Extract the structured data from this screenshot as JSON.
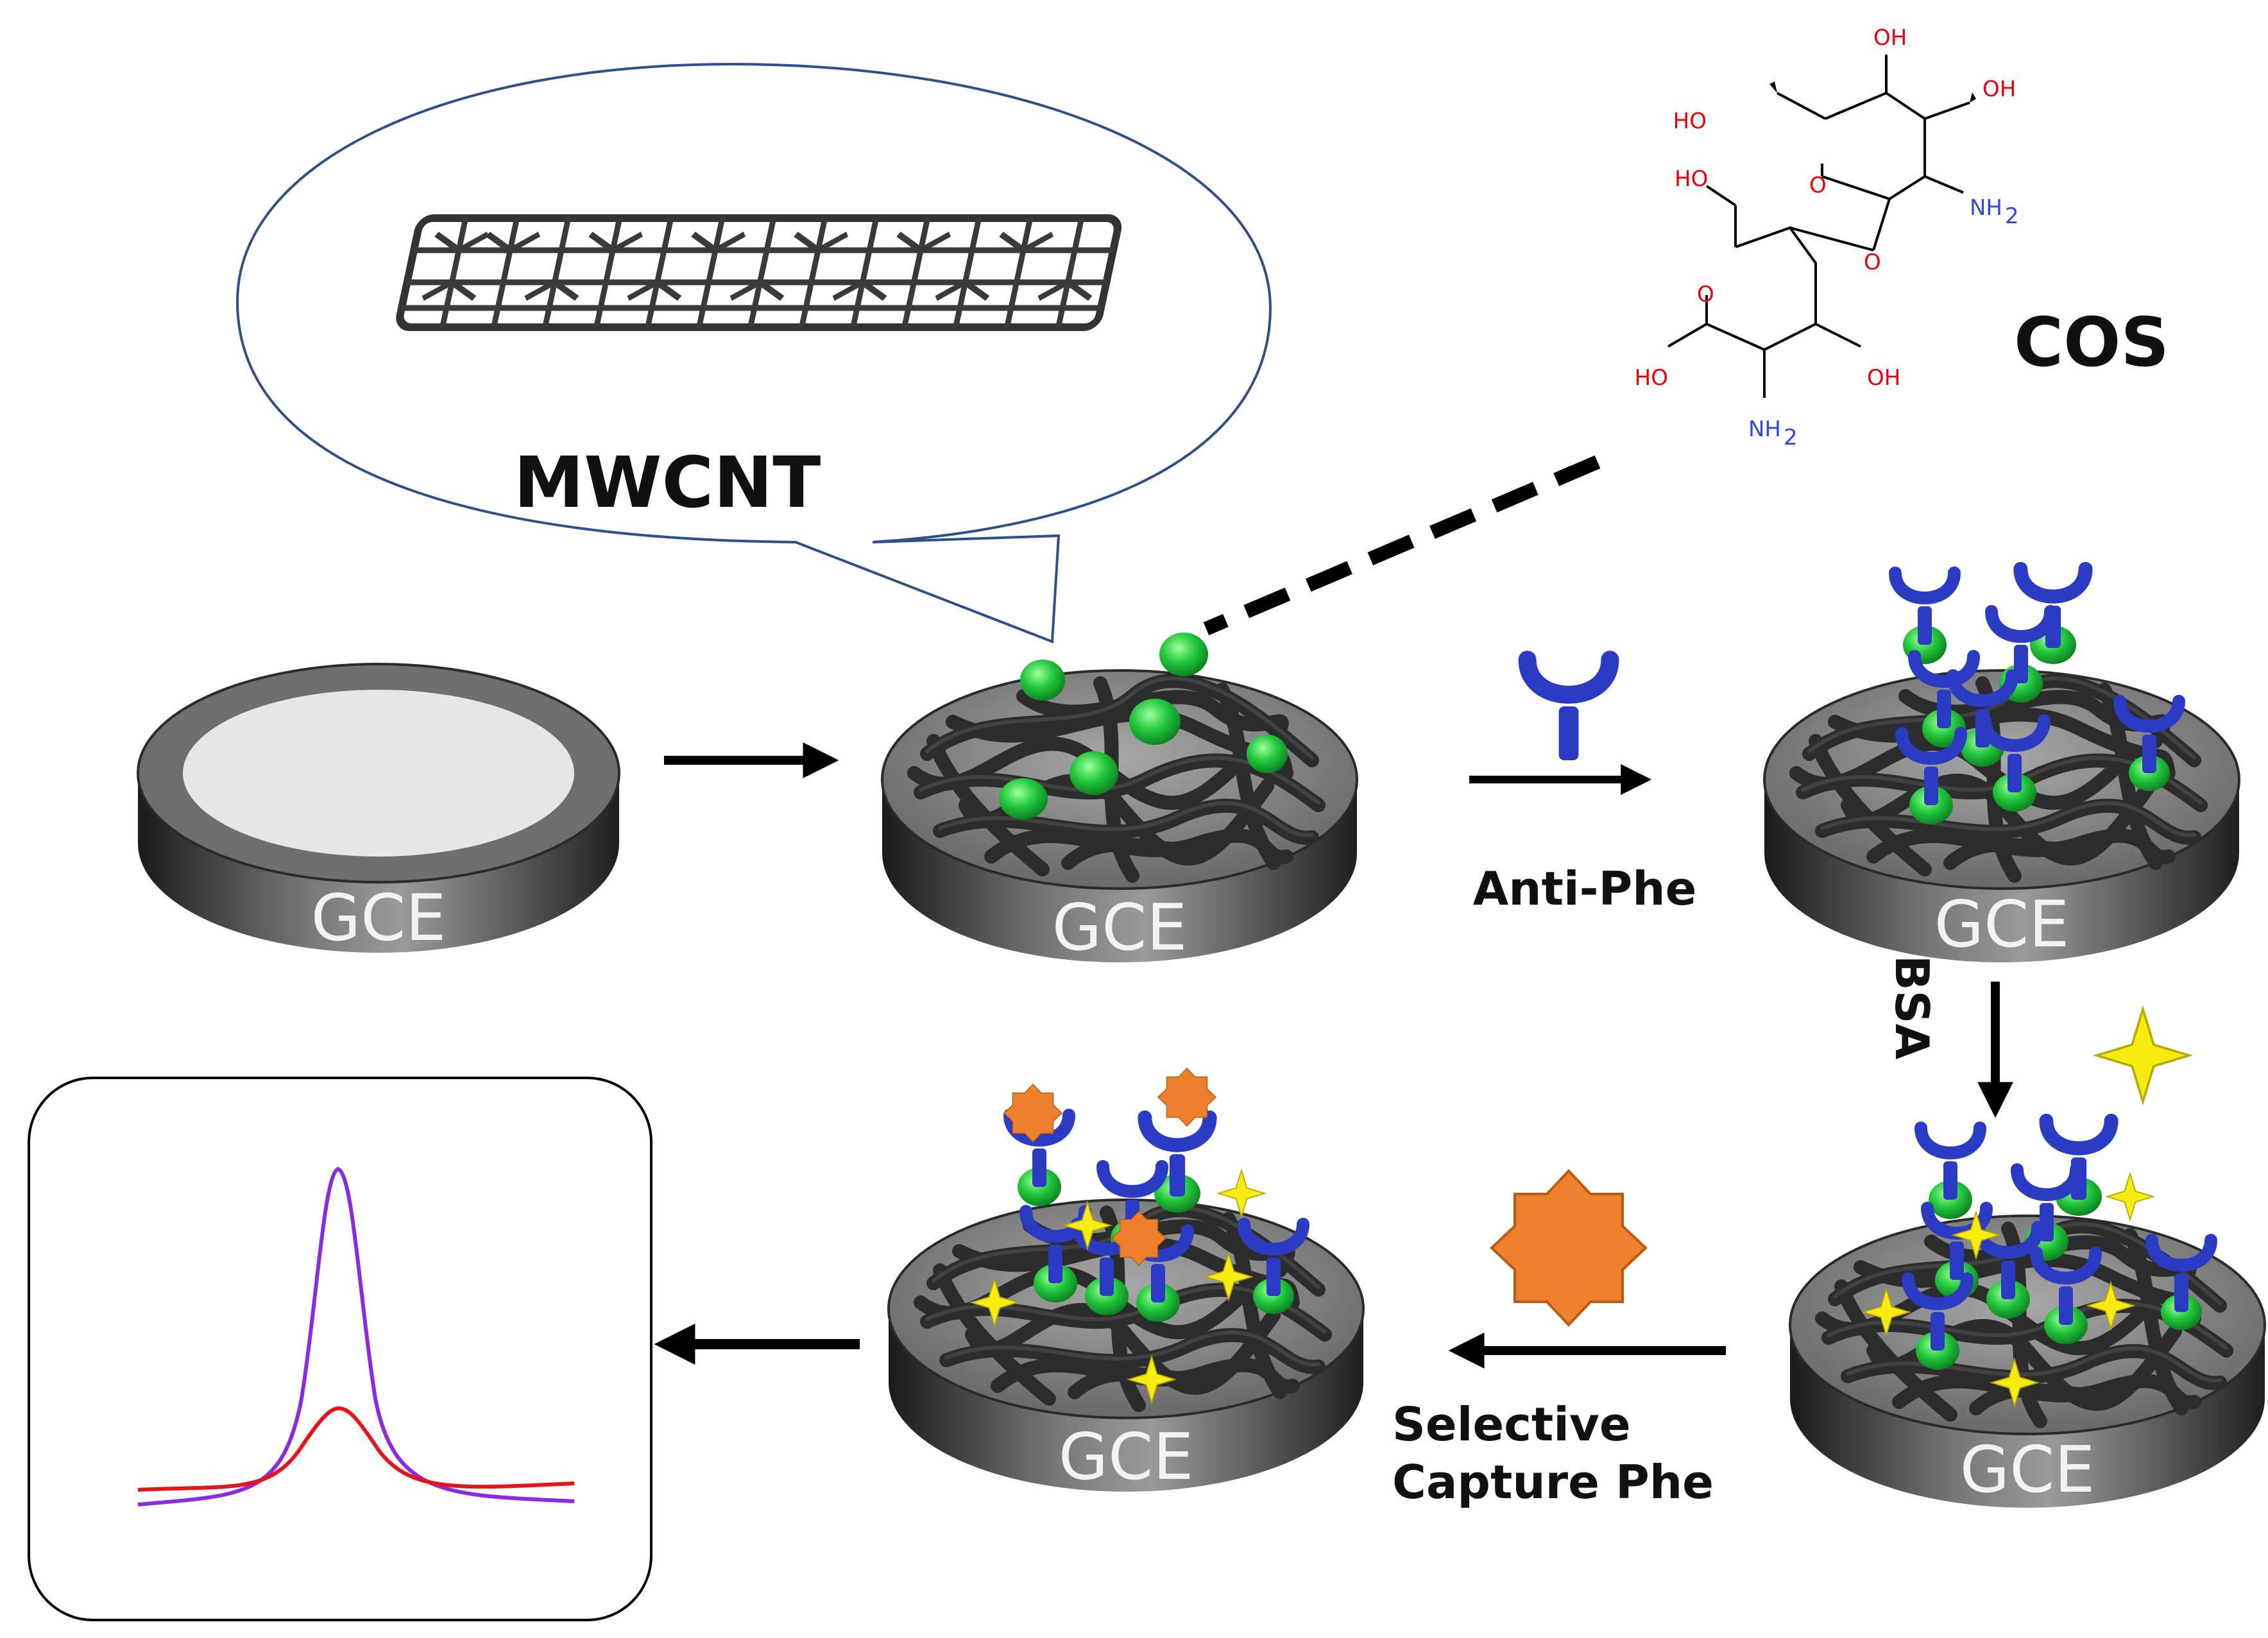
{
  "labels": {
    "mwcnt": "MWCNT",
    "cos": "COS",
    "gce": "GCE",
    "anti_phe": "Anti-Phe",
    "bsa": "BSA",
    "selective_line1": "Selective",
    "selective_line2": "Capture Phe"
  },
  "cos_structure": {
    "oh": "OH",
    "ho": "HO",
    "nh": "NH",
    "sub2": "2",
    "o": "O"
  },
  "colors": {
    "nanotube_dark": "#2c2c2c",
    "bead_green": "#22c73c",
    "antibody_blue": "#2b3bc4",
    "bsa_yellow": "#f7ec11",
    "phe_orange": "#ee7f2d",
    "trace_purple": "#8a2be2",
    "trace_red": "#e3151a",
    "bubble_outline": "#2f4f8a",
    "oxygen_red": "#e8000b",
    "nitrogen_blue": "#2f4ad9"
  },
  "icons": [
    "gce-electrode-icon",
    "carbon-nanotube-icon",
    "antibody-icon",
    "bsa-star-icon",
    "phenanthrene-star-icon",
    "arrow-icon"
  ],
  "voltammogram": {
    "series": [
      {
        "color": "#8a2be2",
        "relative_peak": 1.0
      },
      {
        "color": "#e3151a",
        "relative_peak": 0.3
      }
    ]
  }
}
